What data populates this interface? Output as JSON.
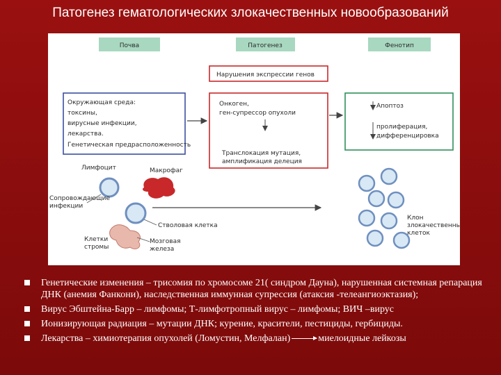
{
  "title": "Патогенез гематологических злокачественных новообразований",
  "colors": {
    "background": "#8e0c0c",
    "blue": "#3a4fa0",
    "red": "#c8282a",
    "green": "#2e8f5a",
    "header": "#a8d8c0"
  },
  "diagram": {
    "headers": [
      "Почва",
      "Патогенез",
      "Фенотип"
    ],
    "env_box": [
      "Окружающая среда:",
      "токсины,",
      "вирусные инфекции,",
      "лекарства.",
      "Генетическая предрасположенность"
    ],
    "expr_box": "Нарушения экспрессии генов",
    "onco_box": [
      "Онкоген,",
      "ген-супрессор опухоли",
      "Транслокация мутация,",
      "амплификация делеция"
    ],
    "pheno_box": [
      "Апоптоз",
      "пролиферация,",
      "дифференцировка"
    ],
    "cell_labels": {
      "lymphocyte": "Лимфоцит",
      "macrophage": "Макрофаг",
      "infection": [
        "Сопровождающие",
        "инфекции"
      ],
      "stromal": "Стволовая клетка",
      "stroma": [
        "Клетки",
        "стромы"
      ],
      "gland": [
        "Мозговая",
        "железа"
      ],
      "tumor": [
        "Клон",
        "злокачественных",
        "клеток"
      ]
    }
  },
  "bullets": [
    {
      "text": "Генетические изменения – трисомия по хромосоме 21( синдром Дауна), нарушенная системная репарация ДНК (анемия Фанкони), наследственная иммунная супрессия (атаксия -телеангиоэктазия);"
    },
    {
      "text": "Вирус Эбштейна-Барр – лимфомы; Т-лимфотропный вирус – лимфомы; ВИЧ –вирус"
    },
    {
      "text": "Ионизирующая радиация – мутации ДНК; курение, красители, пестициды, гербициды."
    },
    {
      "before": "Лекарства – химиотерапия опухолей (Ломустин, Мелфалан)",
      "after": "миелоидные лейкозы"
    }
  ]
}
